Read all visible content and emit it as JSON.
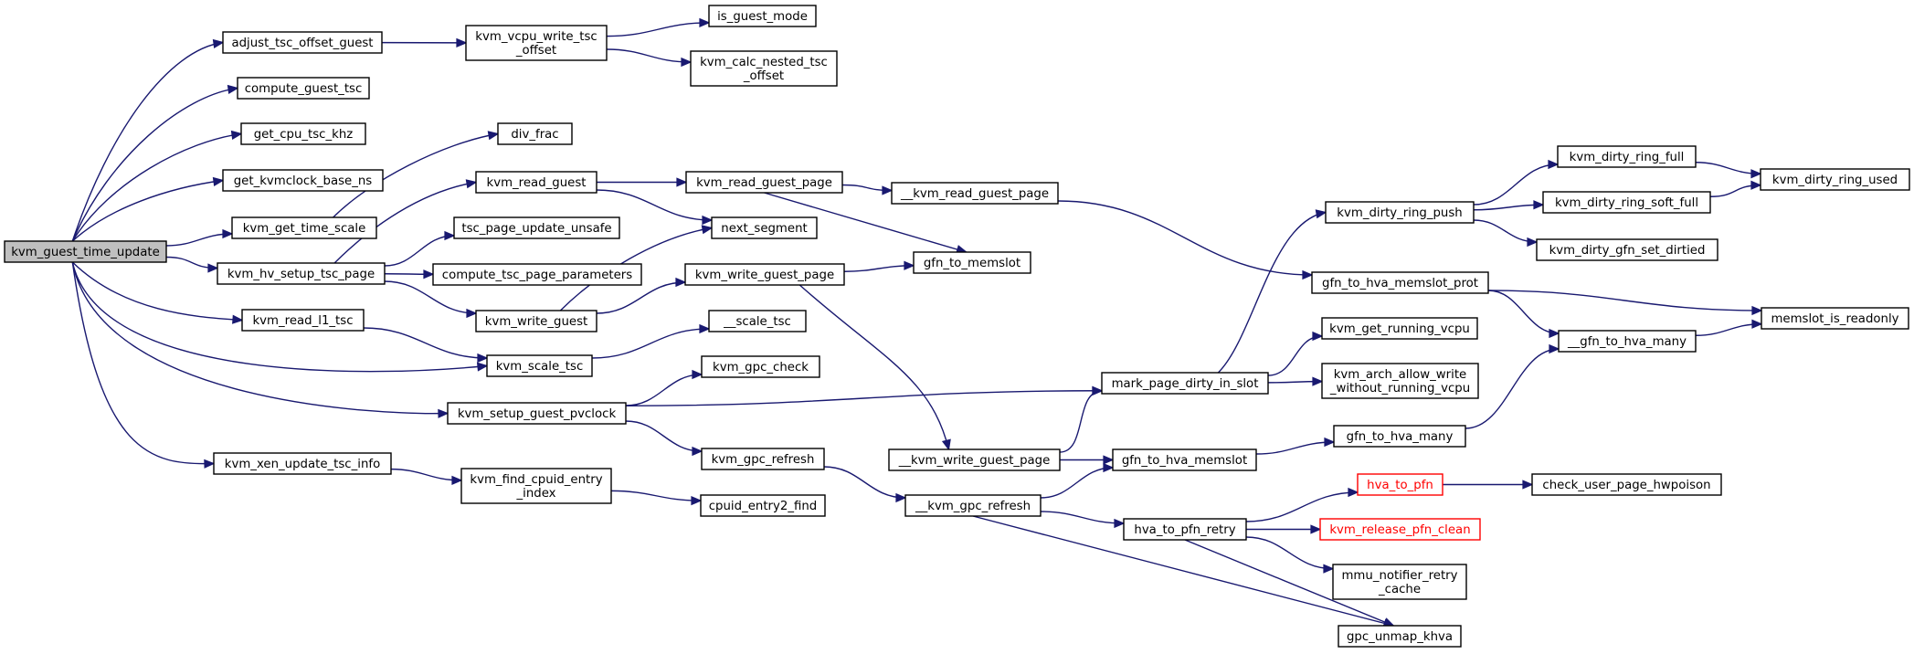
{
  "colors": {
    "edge": "#191970",
    "root_fill": "#bfbfbf",
    "node_border": "#000000",
    "truncated_border": "#ff0000"
  },
  "nodes": [
    {
      "id": "n_root",
      "lines": [
        "kvm_guest_time_update"
      ],
      "style": "root"
    },
    {
      "id": "n_adjust",
      "lines": [
        "adjust_tsc_offset_guest"
      ]
    },
    {
      "id": "n_compute_guest",
      "lines": [
        "compute_guest_tsc"
      ]
    },
    {
      "id": "n_get_cpu_khz",
      "lines": [
        "get_cpu_tsc_khz"
      ]
    },
    {
      "id": "n_get_kvmclock",
      "lines": [
        "get_kvmclock_base_ns"
      ]
    },
    {
      "id": "n_get_time_scale",
      "lines": [
        "kvm_get_time_scale"
      ]
    },
    {
      "id": "n_hv_setup",
      "lines": [
        "kvm_hv_setup_tsc_page"
      ]
    },
    {
      "id": "n_read_l1",
      "lines": [
        "kvm_read_l1_tsc"
      ]
    },
    {
      "id": "n_scale_tsc",
      "lines": [
        "kvm_scale_tsc"
      ]
    },
    {
      "id": "n_setup_pvclock",
      "lines": [
        "kvm_setup_guest_pvclock"
      ]
    },
    {
      "id": "n_xen_update",
      "lines": [
        "kvm_xen_update_tsc_info"
      ]
    },
    {
      "id": "n_vcpu_write",
      "lines": [
        "kvm_vcpu_write_tsc",
        "_offset"
      ]
    },
    {
      "id": "n_is_guest",
      "lines": [
        "is_guest_mode"
      ]
    },
    {
      "id": "n_calc_nested",
      "lines": [
        "kvm_calc_nested_tsc",
        "_offset"
      ]
    },
    {
      "id": "n_div_frac",
      "lines": [
        "div_frac"
      ]
    },
    {
      "id": "n_read_guest",
      "lines": [
        "kvm_read_guest"
      ]
    },
    {
      "id": "n_tsc_unsafe",
      "lines": [
        "tsc_page_update_unsafe"
      ]
    },
    {
      "id": "n_compute_params",
      "lines": [
        "compute_tsc_page_parameters"
      ]
    },
    {
      "id": "n_write_guest",
      "lines": [
        "kvm_write_guest"
      ]
    },
    {
      "id": "n_us_scale",
      "lines": [
        "__scale_tsc"
      ]
    },
    {
      "id": "n_gpc_check",
      "lines": [
        "kvm_gpc_check"
      ]
    },
    {
      "id": "n_gpc_refresh",
      "lines": [
        "kvm_gpc_refresh"
      ]
    },
    {
      "id": "n_find_cpuid",
      "lines": [
        "kvm_find_cpuid_entry",
        "_index"
      ]
    },
    {
      "id": "n_cpuid2_find",
      "lines": [
        "cpuid_entry2_find"
      ]
    },
    {
      "id": "n_read_guest_page",
      "lines": [
        "kvm_read_guest_page"
      ]
    },
    {
      "id": "n_next_segment",
      "lines": [
        "next_segment"
      ]
    },
    {
      "id": "n_write_guest_page",
      "lines": [
        "kvm_write_guest_page"
      ]
    },
    {
      "id": "n_u_read_guest_page",
      "lines": [
        "__kvm_read_guest_page"
      ]
    },
    {
      "id": "n_gfn_to_memslot",
      "lines": [
        "gfn_to_memslot"
      ]
    },
    {
      "id": "n_u_write_guest_page",
      "lines": [
        "__kvm_write_guest_page"
      ]
    },
    {
      "id": "n_u_gpc_refresh",
      "lines": [
        "__kvm_gpc_refresh"
      ]
    },
    {
      "id": "n_mark_dirty",
      "lines": [
        "mark_page_dirty_in_slot"
      ]
    },
    {
      "id": "n_gfn_hva_memslot",
      "lines": [
        "gfn_to_hva_memslot"
      ]
    },
    {
      "id": "n_hva_pfn_retry",
      "lines": [
        "hva_to_pfn_retry"
      ]
    },
    {
      "id": "n_ring_push",
      "lines": [
        "kvm_dirty_ring_push"
      ]
    },
    {
      "id": "n_gfn_hva_prot",
      "lines": [
        "gfn_to_hva_memslot_prot"
      ]
    },
    {
      "id": "n_running_vcpu",
      "lines": [
        "kvm_get_running_vcpu"
      ]
    },
    {
      "id": "n_arch_allow",
      "lines": [
        "kvm_arch_allow_write",
        "_without_running_vcpu"
      ]
    },
    {
      "id": "n_gfn_hva_many",
      "lines": [
        "gfn_to_hva_many"
      ]
    },
    {
      "id": "n_hva_to_pfn",
      "lines": [
        "hva_to_pfn"
      ],
      "style": "red"
    },
    {
      "id": "n_release_pfn",
      "lines": [
        "kvm_release_pfn_clean"
      ],
      "style": "red"
    },
    {
      "id": "n_mmu_retry",
      "lines": [
        "mmu_notifier_retry",
        "_cache"
      ]
    },
    {
      "id": "n_gpc_unmap",
      "lines": [
        "gpc_unmap_khva"
      ]
    },
    {
      "id": "n_ring_full",
      "lines": [
        "kvm_dirty_ring_full"
      ]
    },
    {
      "id": "n_ring_soft_full",
      "lines": [
        "kvm_dirty_ring_soft_full"
      ]
    },
    {
      "id": "n_gfn_set_dirtied",
      "lines": [
        "kvm_dirty_gfn_set_dirtied"
      ]
    },
    {
      "id": "n_u_gfn_hva_many",
      "lines": [
        "__gfn_to_hva_many"
      ]
    },
    {
      "id": "n_check_hwpoison",
      "lines": [
        "check_user_page_hwpoison"
      ]
    },
    {
      "id": "n_ring_used",
      "lines": [
        "kvm_dirty_ring_used"
      ]
    },
    {
      "id": "n_memslot_ro",
      "lines": [
        "memslot_is_readonly"
      ]
    }
  ],
  "edges": [
    [
      "n_root",
      "n_adjust"
    ],
    [
      "n_root",
      "n_compute_guest"
    ],
    [
      "n_root",
      "n_get_cpu_khz"
    ],
    [
      "n_root",
      "n_get_kvmclock"
    ],
    [
      "n_root",
      "n_get_time_scale"
    ],
    [
      "n_root",
      "n_hv_setup"
    ],
    [
      "n_root",
      "n_read_l1"
    ],
    [
      "n_root",
      "n_scale_tsc"
    ],
    [
      "n_root",
      "n_setup_pvclock"
    ],
    [
      "n_root",
      "n_xen_update"
    ],
    [
      "n_adjust",
      "n_vcpu_write"
    ],
    [
      "n_vcpu_write",
      "n_is_guest"
    ],
    [
      "n_vcpu_write",
      "n_calc_nested"
    ],
    [
      "n_get_time_scale",
      "n_div_frac"
    ],
    [
      "n_hv_setup",
      "n_read_guest"
    ],
    [
      "n_hv_setup",
      "n_tsc_unsafe"
    ],
    [
      "n_hv_setup",
      "n_compute_params"
    ],
    [
      "n_hv_setup",
      "n_write_guest"
    ],
    [
      "n_read_l1",
      "n_scale_tsc"
    ],
    [
      "n_scale_tsc",
      "n_us_scale"
    ],
    [
      "n_setup_pvclock",
      "n_gpc_check"
    ],
    [
      "n_setup_pvclock",
      "n_gpc_refresh"
    ],
    [
      "n_setup_pvclock",
      "n_mark_dirty"
    ],
    [
      "n_xen_update",
      "n_find_cpuid"
    ],
    [
      "n_find_cpuid",
      "n_cpuid2_find"
    ],
    [
      "n_read_guest",
      "n_read_guest_page"
    ],
    [
      "n_read_guest",
      "n_next_segment"
    ],
    [
      "n_write_guest",
      "n_next_segment"
    ],
    [
      "n_write_guest",
      "n_write_guest_page"
    ],
    [
      "n_read_guest_page",
      "n_u_read_guest_page"
    ],
    [
      "n_read_guest_page",
      "n_gfn_to_memslot"
    ],
    [
      "n_write_guest_page",
      "n_gfn_to_memslot"
    ],
    [
      "n_write_guest_page",
      "n_u_write_guest_page"
    ],
    [
      "n_u_read_guest_page",
      "n_gfn_hva_prot"
    ],
    [
      "n_u_write_guest_page",
      "n_mark_dirty"
    ],
    [
      "n_u_write_guest_page",
      "n_gfn_hva_memslot"
    ],
    [
      "n_gpc_refresh",
      "n_u_gpc_refresh"
    ],
    [
      "n_u_gpc_refresh",
      "n_gfn_hva_memslot"
    ],
    [
      "n_u_gpc_refresh",
      "n_hva_pfn_retry"
    ],
    [
      "n_u_gpc_refresh",
      "n_gpc_unmap"
    ],
    [
      "n_mark_dirty",
      "n_ring_push"
    ],
    [
      "n_mark_dirty",
      "n_running_vcpu"
    ],
    [
      "n_mark_dirty",
      "n_arch_allow"
    ],
    [
      "n_gfn_hva_memslot",
      "n_gfn_hva_many"
    ],
    [
      "n_hva_pfn_retry",
      "n_hva_to_pfn"
    ],
    [
      "n_hva_pfn_retry",
      "n_release_pfn"
    ],
    [
      "n_hva_pfn_retry",
      "n_mmu_retry"
    ],
    [
      "n_hva_pfn_retry",
      "n_gpc_unmap"
    ],
    [
      "n_ring_push",
      "n_ring_full"
    ],
    [
      "n_ring_push",
      "n_ring_soft_full"
    ],
    [
      "n_ring_push",
      "n_gfn_set_dirtied"
    ],
    [
      "n_gfn_hva_prot",
      "n_u_gfn_hva_many"
    ],
    [
      "n_gfn_hva_prot",
      "n_memslot_ro"
    ],
    [
      "n_gfn_hva_many",
      "n_u_gfn_hva_many"
    ],
    [
      "n_hva_to_pfn",
      "n_check_hwpoison"
    ],
    [
      "n_ring_full",
      "n_ring_used"
    ],
    [
      "n_ring_soft_full",
      "n_ring_used"
    ],
    [
      "n_u_gfn_hva_many",
      "n_memslot_ro"
    ]
  ]
}
